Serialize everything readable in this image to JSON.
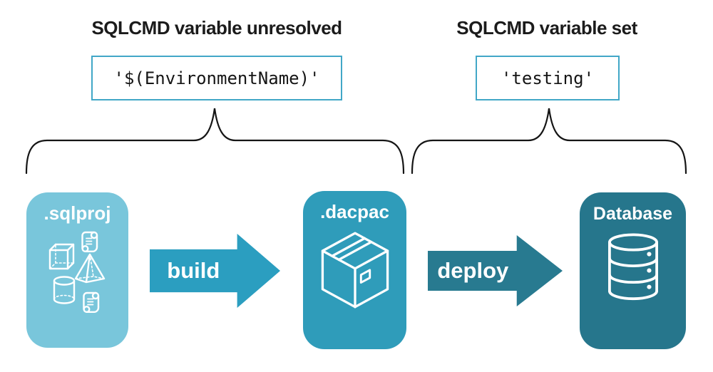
{
  "diagram": {
    "title_left": "SQLCMD variable unresolved",
    "title_right": "SQLCMD variable set",
    "code_left": "'$(EnvironmentName)'",
    "code_right": "'testing'",
    "nodes": [
      {
        "label": ".sqlproj",
        "icon": "sql-project-objects-icon",
        "color": "#79c6db"
      },
      {
        "label": ".dacpac",
        "icon": "package-icon",
        "color": "#2f9cba"
      },
      {
        "label": "Database",
        "icon": "database-icon",
        "color": "#26768c"
      }
    ],
    "arrows": [
      {
        "label": "build",
        "color": "#2b9ec0"
      },
      {
        "label": "deploy",
        "color": "#287a90"
      }
    ],
    "code_box_border_color": "#41a7c7",
    "brace_color": "#151515",
    "text_color": "#1b1b1b"
  }
}
